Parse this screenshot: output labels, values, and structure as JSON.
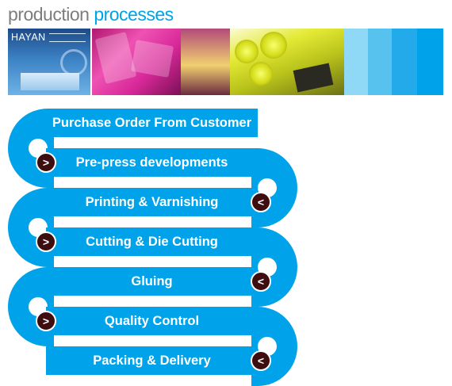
{
  "header": {
    "title_word1": "production",
    "title_word2": "processes"
  },
  "banner": {
    "logo_text": "HAYAN",
    "stripe_colors": [
      "#8fd8f6",
      "#58c2ee",
      "#22aaea",
      "#00a2ea"
    ]
  },
  "accent_color": "#00a2ea",
  "button_color": "#3e0d10",
  "icons": {
    "next": "chevron-right-icon",
    "prev": "chevron-left-icon",
    "next_glyph": ">",
    "prev_glyph": "<"
  },
  "steps": [
    {
      "label": "Purchase Order From Customer"
    },
    {
      "label": "Pre-press developments"
    },
    {
      "label": "Printing & Varnishing"
    },
    {
      "label": "Cutting & Die Cutting"
    },
    {
      "label": "Gluing"
    },
    {
      "label": "Quality Control"
    },
    {
      "label": "Packing & Delivery"
    }
  ]
}
